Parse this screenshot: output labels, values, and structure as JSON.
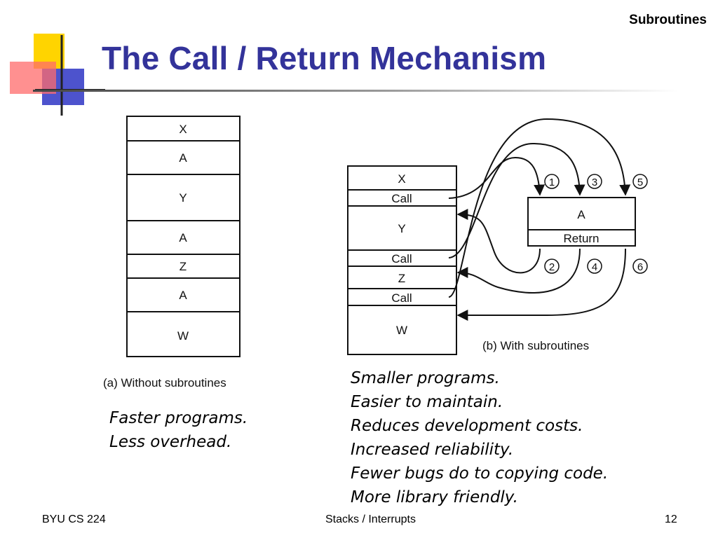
{
  "section_tag": "Subroutines",
  "title": "The Call / Return Mechanism",
  "left_diagram": {
    "blocks": [
      "X",
      "A",
      "Y",
      "A",
      "Z",
      "A",
      "W"
    ],
    "caption": "(a) Without subroutines"
  },
  "right_diagram": {
    "blocks": [
      "X",
      "Call",
      "Y",
      "Call",
      "Z",
      "Call",
      "W"
    ],
    "subroutine": {
      "name": "A",
      "return_label": "Return"
    },
    "markers": [
      "1",
      "2",
      "3",
      "4",
      "5",
      "6"
    ],
    "caption": "(b) With subroutines"
  },
  "notes_left": [
    "Faster programs.",
    "Less overhead."
  ],
  "notes_right": [
    "Smaller programs.",
    "Easier to maintain.",
    "Reduces development costs.",
    "Increased reliability.",
    "Fewer bugs do to copying code.",
    "More library friendly."
  ],
  "footer": {
    "left": "BYU CS 224",
    "center": "Stacks / Interrupts",
    "right": "12"
  }
}
